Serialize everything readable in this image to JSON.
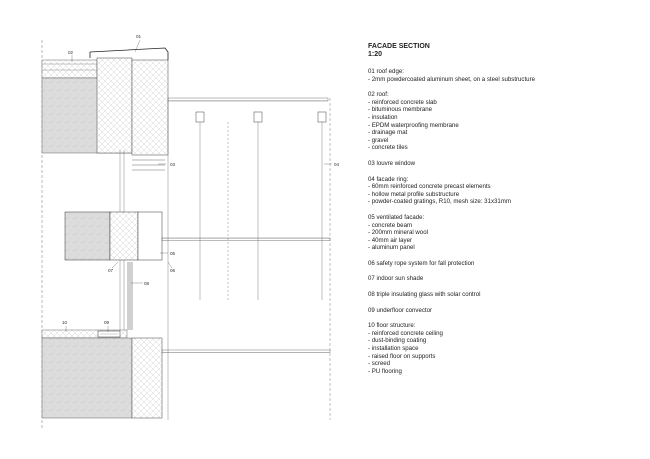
{
  "title": "FACADE SECTION",
  "scale": "1:20",
  "tags": [
    "01",
    "02",
    "03",
    "04",
    "05",
    "06",
    "07",
    "08",
    "09",
    "10"
  ],
  "sections": [
    {
      "heading": "01 roof edge:",
      "items": [
        "- 2mm powdercoated aluminum sheet, on a steel substructure"
      ]
    },
    {
      "heading": "02 roof:",
      "items": [
        "- reinforced concrete slab",
        "- bituminous membrane",
        "- insulation",
        "- EPDM waterproofing membrane",
        "- drainage mat",
        "- gravel",
        "- concrete tiles"
      ]
    },
    {
      "heading": "03 louvre window",
      "items": []
    },
    {
      "heading": "04 facade ring:",
      "items": [
        "- 60mm reinforced concrete precast elements",
        "- hollow metal profile substructure",
        "- powder-coated gratings, R10, mesh size: 31x31mm"
      ]
    },
    {
      "heading": "05 ventilated facade:",
      "items": [
        "- concrete beam",
        "- 200mm mineral wool",
        "- 40mm air layer",
        "- aluminum panel"
      ]
    },
    {
      "heading": "06 safety rope system for fall protection",
      "items": []
    },
    {
      "heading": "07 indoor sun shade",
      "items": []
    },
    {
      "heading": "08 triple insulating glass with solar control",
      "items": []
    },
    {
      "heading": "09 underfloor convector",
      "items": []
    },
    {
      "heading": "10 floor structure:",
      "items": [
        "- reinforced concrete ceiling",
        "- dust-binding coating",
        "- installation space",
        "- raised floor on supports",
        "- screed",
        "- PU flooring"
      ]
    }
  ]
}
